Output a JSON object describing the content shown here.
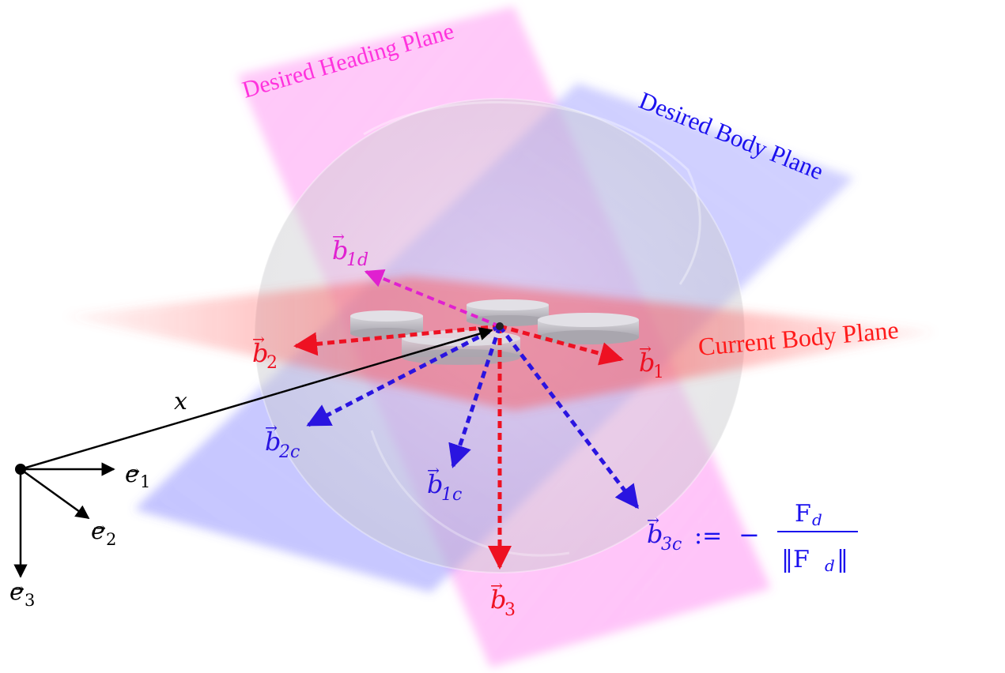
{
  "planes": {
    "desired_heading": {
      "label": "Desired Heading Plane",
      "color": "#ff33dd"
    },
    "desired_body": {
      "label": "Desired Body Plane",
      "color": "#1a10ee"
    },
    "current_body": {
      "label": "Current Body Plane",
      "color": "#ff1a1a"
    }
  },
  "inertial_frame": {
    "position_label": "x",
    "e1": {
      "symbol": "e",
      "sub": "1"
    },
    "e2": {
      "symbol": "e",
      "sub": "2"
    },
    "e3": {
      "symbol": "e",
      "sub": "3"
    },
    "color": "#000000"
  },
  "body_vectors": {
    "b1": {
      "symbol": "b",
      "sub": "1",
      "color": "#ee1122"
    },
    "b2": {
      "symbol": "b",
      "sub": "2",
      "color": "#ee1122"
    },
    "b3": {
      "symbol": "b",
      "sub": "3",
      "color": "#ee1122"
    },
    "b1d": {
      "symbol": "b",
      "sub": "1d",
      "color": "#e020d0"
    },
    "b1c": {
      "symbol": "b",
      "sub": "1c",
      "color": "#2a14e0"
    },
    "b2c": {
      "symbol": "b",
      "sub": "2c",
      "color": "#2a14e0"
    },
    "b3c": {
      "symbol": "b",
      "sub": "3c",
      "color": "#2a14e0"
    }
  },
  "formula": {
    "assign": ":=",
    "sign": "−",
    "numerator": "F",
    "denominator": "‖F",
    "denominator_close": "‖",
    "sub": "d",
    "color": "#1a10ee"
  }
}
